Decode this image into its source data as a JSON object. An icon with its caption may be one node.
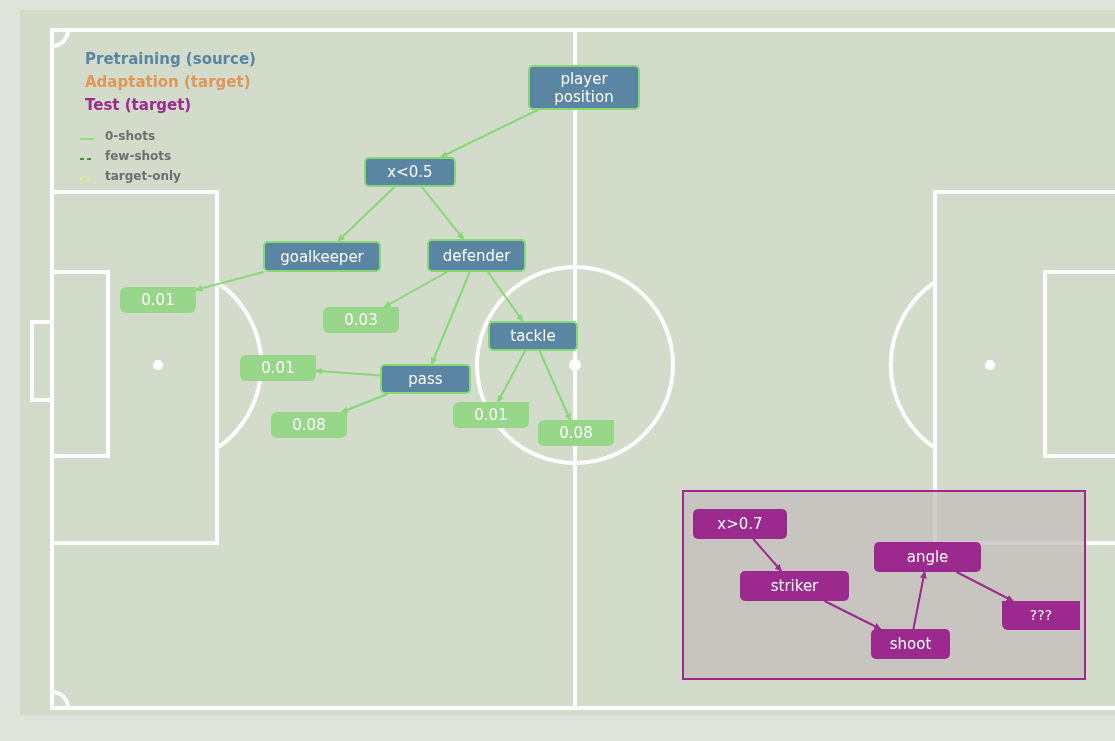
{
  "diagram": {
    "nodes": [
      {
        "text": [
          "player position"
        ]
      },
      {
        "text": [
          "x<0.5"
        ]
      },
      {
        "text": [
          "goalkeeper"
        ]
      },
      {
        "text": [
          "defender"
        ]
      },
      {
        "text": [
          "0.01"
        ]
      },
      {
        "text": [
          "0.03"
        ]
      },
      {
        "text": [
          "tackle"
        ]
      },
      {
        "text": [
          "0.01"
        ]
      },
      {
        "text": [
          "pass"
        ]
      },
      {
        "text": [
          "0.08"
        ]
      },
      {
        "text": [
          "0.01"
        ]
      },
      {
        "text": [
          "0.08"
        ]
      },
      {
        "text": [],
        "shape": "box"
      },
      {
        "text": [
          "x>0.7"
        ],
        "in": 12
      },
      {
        "text": [
          "striker"
        ],
        "in": 12
      },
      {
        "text": [
          "angle"
        ],
        "in": 12
      },
      {
        "text": [
          "???"
        ],
        "in": 12
      },
      {
        "text": [
          "shoot"
        ],
        "in": 12
      }
    ],
    "edges": [
      {
        "from": 0,
        "to": 1,
        "arrow": "to"
      },
      {
        "from": 1,
        "to": 2,
        "arrow": "to"
      },
      {
        "from": 1,
        "to": 3,
        "arrow": "to"
      },
      {
        "from": 2,
        "to": 4,
        "arrow": "to"
      },
      {
        "from": 3,
        "to": 5,
        "arrow": "to"
      },
      {
        "from": 3,
        "to": 8,
        "arrow": "to"
      },
      {
        "from": 3,
        "to": 6,
        "arrow": "to"
      },
      {
        "from": 8,
        "to": 7,
        "arrow": "to"
      },
      {
        "from": 8,
        "to": 9,
        "arrow": "to"
      },
      {
        "from": 6,
        "to": 10,
        "arrow": "to"
      },
      {
        "from": 6,
        "to": 11,
        "arrow": "to"
      },
      {
        "from": 13,
        "to": 14,
        "arrow": "to",
        "color": "#9c2a8e"
      },
      {
        "from": 14,
        "to": 17,
        "arrow": "to",
        "color": "#9c2a8e"
      },
      {
        "from": 17,
        "to": 15,
        "arrow": "to",
        "color": "#9c2a8e"
      },
      {
        "from": 15,
        "to": 16,
        "arrow": "to",
        "color": "#9c2a8e"
      }
    ],
    "legend": [
      {
        "text": "Pretraining (source)",
        "color": "#5a86a3"
      },
      {
        "text": "Adaptation (target)",
        "color": "#e0975a"
      },
      {
        "text": "Test (target)",
        "color": "#9c2a8e"
      },
      {
        "text": "0-shots",
        "color": "#8ee07a"
      },
      {
        "text": "few-shots",
        "color": "#3a9a2a"
      },
      {
        "text": "target-only",
        "color": "#f2f23a"
      }
    ]
  }
}
